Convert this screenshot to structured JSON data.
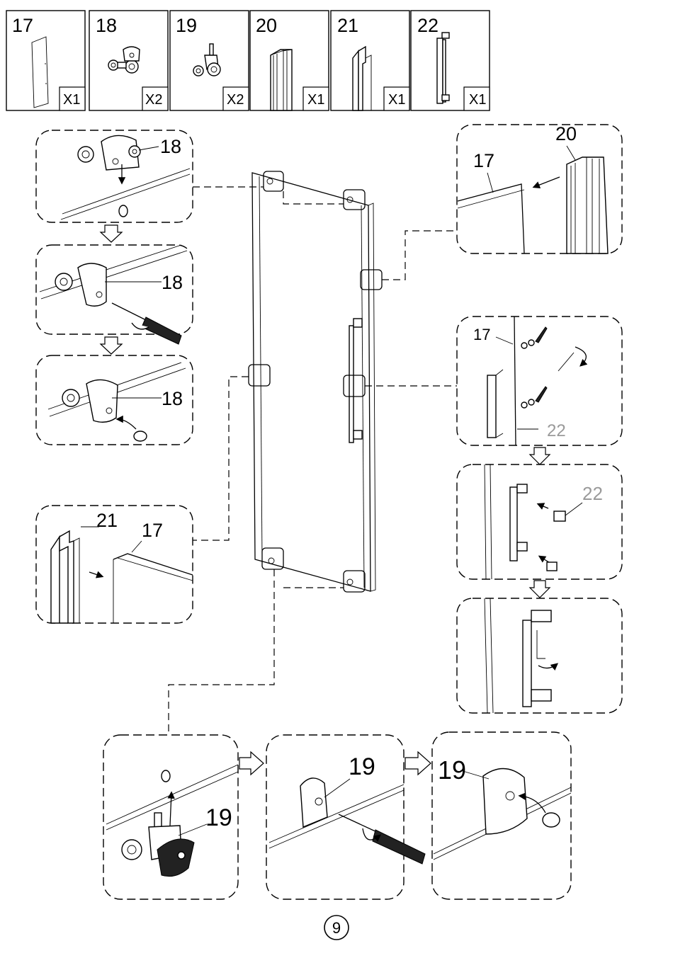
{
  "parts": [
    {
      "number": "17",
      "qty": "X1",
      "icon": "glass-panel-icon"
    },
    {
      "number": "18",
      "qty": "X2",
      "icon": "top-roller-icon"
    },
    {
      "number": "19",
      "qty": "X2",
      "icon": "bottom-roller-icon"
    },
    {
      "number": "20",
      "qty": "X1",
      "icon": "magnetic-profile-icon"
    },
    {
      "number": "21",
      "qty": "X1",
      "icon": "seal-profile-icon"
    },
    {
      "number": "22",
      "qty": "X1",
      "icon": "door-handle-icon"
    }
  ],
  "callouts": {
    "top_roller_step1": "18",
    "top_roller_step2": "18",
    "top_roller_step3": "18",
    "side_seal_profile": "21",
    "side_seal_glass": "17",
    "magnet_glass": "17",
    "magnet_profile": "20",
    "handle_glass": "17",
    "handle_part": "22",
    "handle_cap": "22",
    "bottom_step1": "19",
    "bottom_step2": "19",
    "bottom_step3": "19"
  },
  "page_number": "9"
}
